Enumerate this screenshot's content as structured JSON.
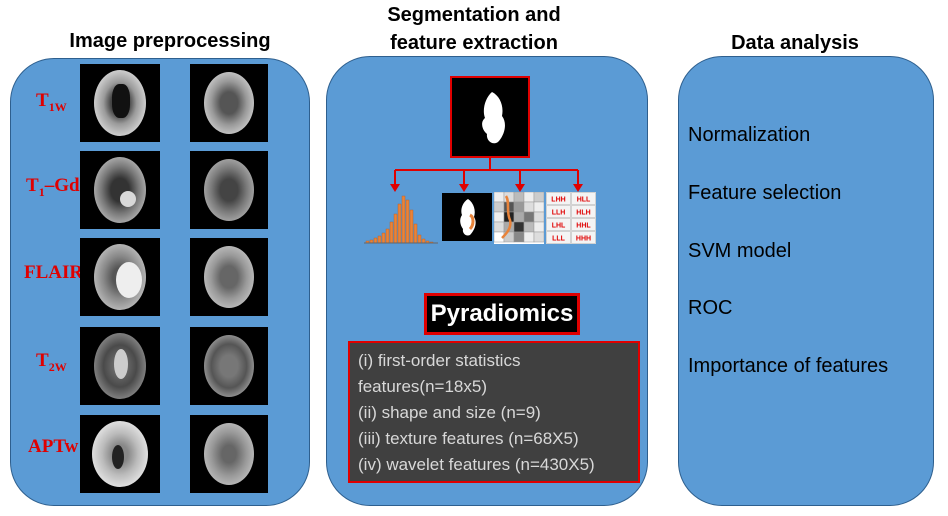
{
  "headers": {
    "preprocessing": "Image preprocessing",
    "segmentation_line1": "Segmentation and",
    "segmentation_line2": "feature extraction",
    "analysis": "Data analysis"
  },
  "sequences": [
    {
      "main": "T",
      "sub": "1W",
      "rest": ""
    },
    {
      "main": "T",
      "sub": "1",
      "rest": "–Gd"
    },
    {
      "main": "FLAIR",
      "sub": "",
      "rest": ""
    },
    {
      "main": "T",
      "sub": "2W",
      "rest": ""
    },
    {
      "main": "APTw",
      "sub": "",
      "rest": ""
    }
  ],
  "wavelet_labels": [
    "LHH",
    "HLL",
    "LLH",
    "HLH",
    "LHL",
    "HHL",
    "LLL",
    "HHH"
  ],
  "pyradiomics_label": "Pyradiomics",
  "features": [
    "(i) first-order statistics",
    "features(n=18x5)",
    "(ii) shape and size (n=9)",
    "(iii) texture features (n=68X5)",
    "(iv) wavelet features (n=430X5)"
  ],
  "analysis_steps": [
    "Normalization",
    "Feature selection",
    "SVM model",
    "ROC",
    "Importance of features"
  ],
  "colors": {
    "panel": "#5b9bd5",
    "accent_red": "#e00000",
    "feature_box": "#404040"
  }
}
